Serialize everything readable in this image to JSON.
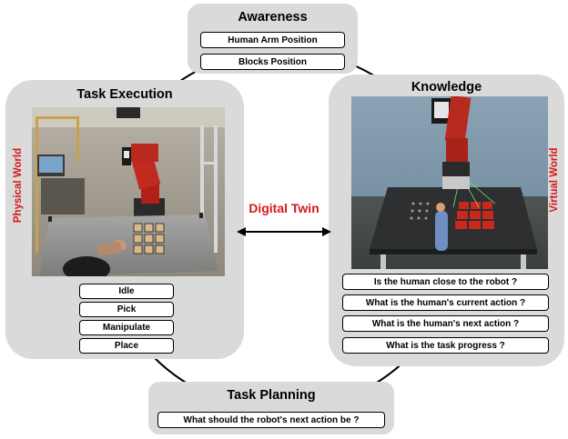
{
  "colors": {
    "panel": "#dadada",
    "accent_red": "#d4191c",
    "outline": "#000000"
  },
  "awareness": {
    "title": "Awareness",
    "items": [
      "Human Arm Position",
      "Blocks Position"
    ]
  },
  "task_execution": {
    "title": "Task Execution",
    "side_label": "Physical World",
    "image": "photo of physical robot arm with table, blocks and human hand",
    "states": [
      "Idle",
      "Pick",
      "Manipulate",
      "Place"
    ]
  },
  "knowledge": {
    "title": "Knowledge",
    "side_label": "Virtual World",
    "image": "simulated robot arm at a table with block grid and human arm",
    "questions": [
      "Is the human close to the robot ?",
      "What is the human's current action ?",
      "What is the human's next action ?",
      "What is the task progress ?"
    ]
  },
  "digital_twin": {
    "label": "Digital Twin"
  },
  "task_planning": {
    "title": "Task Planning",
    "question": "What should the robot's next action be ?"
  }
}
